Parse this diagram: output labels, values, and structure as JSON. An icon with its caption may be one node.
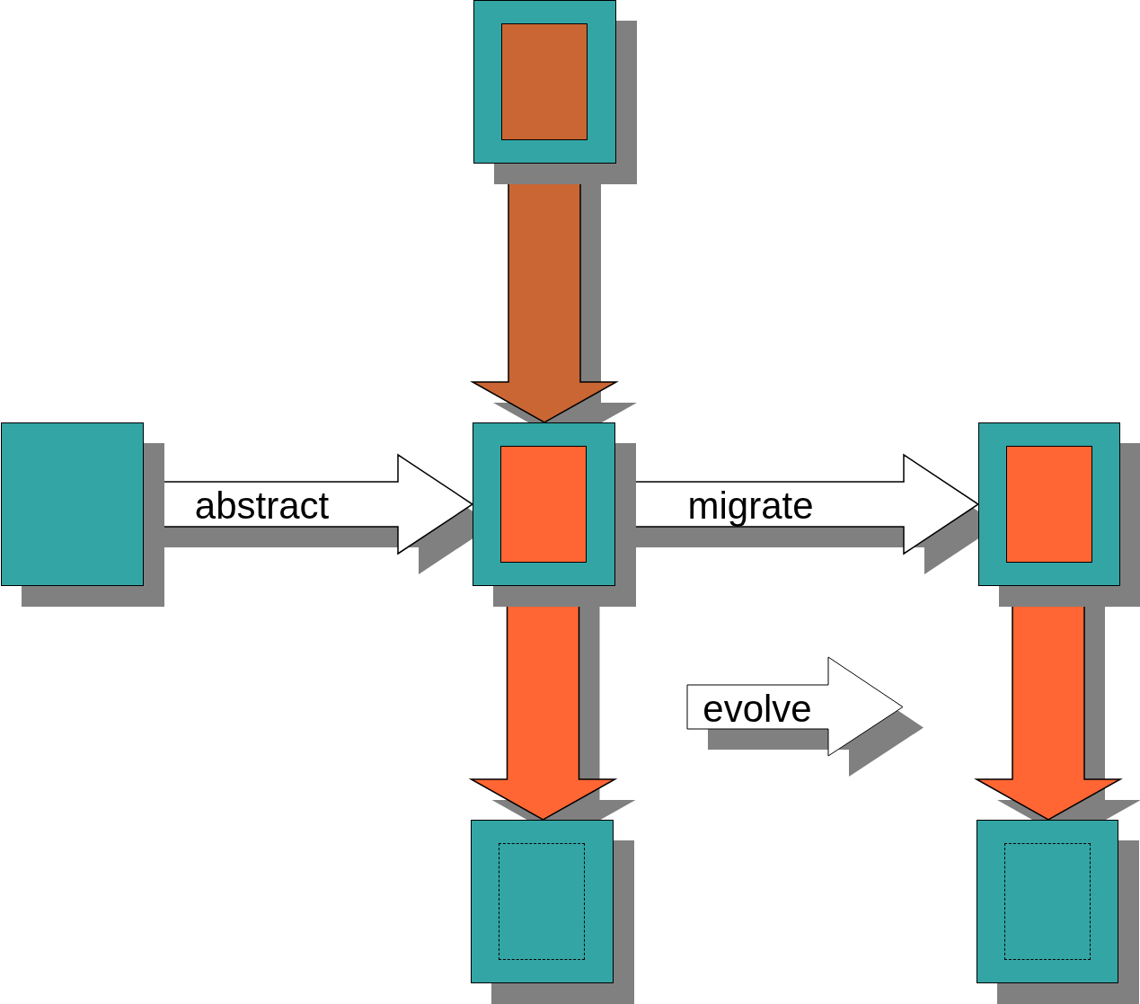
{
  "diagram": {
    "nodes": [
      {
        "text": [],
        "shape": "box"
      },
      {
        "text": [],
        "shape": "box",
        "in": 0
      },
      {
        "text": [],
        "shape": "box"
      },
      {
        "text": [],
        "shape": "box"
      },
      {
        "text": [],
        "shape": "box",
        "in": 3
      },
      {
        "text": [],
        "shape": "box"
      },
      {
        "text": [],
        "shape": "box",
        "in": 5
      },
      {
        "text": [
          "evolve"
        ]
      },
      {
        "text": [],
        "shape": "box"
      },
      {
        "text": [],
        "shape": "box",
        "in": 8
      },
      {
        "text": [],
        "shape": "box"
      },
      {
        "text": [],
        "shape": "box",
        "in": 10
      }
    ],
    "edges": [
      {
        "from": 0,
        "to": 3,
        "arrow": "to",
        "style": "thick",
        "color": "#c96633"
      },
      {
        "from": 2,
        "to": 3,
        "arrow": "to",
        "style": "thick",
        "label": "abstract",
        "color": "#ffffff"
      },
      {
        "from": 3,
        "to": 5,
        "arrow": "to",
        "style": "thick",
        "label": "migrate",
        "color": "#ffffff"
      },
      {
        "from": 3,
        "to": 8,
        "arrow": "to",
        "style": "thick",
        "color": "#ff6633"
      },
      {
        "from": 5,
        "to": 10,
        "arrow": "to",
        "style": "thick",
        "color": "#ff6633"
      }
    ]
  }
}
